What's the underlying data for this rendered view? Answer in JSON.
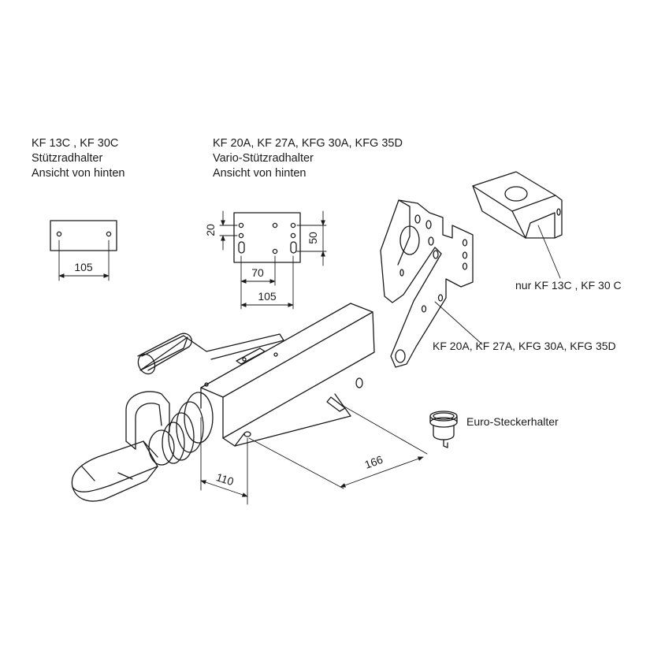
{
  "variant_a": {
    "models": "KF 13C , KF 30C",
    "part": "Stützradhalter",
    "view": "Ansicht von hinten",
    "width_dim": "105"
  },
  "variant_b": {
    "models": "KF 20A, KF 27A, KFG 30A, KFG 35D",
    "part": "Vario-Stützradhalter",
    "view": "Ansicht von hinten",
    "dim_20": "20",
    "dim_50": "50",
    "dim_70": "70",
    "dim_105": "105"
  },
  "callouts": {
    "bracket_small": "nur KF 13C , KF 30 C",
    "bracket_large": "KF 20A, KF 27A, KFG 30A, KFG 35D",
    "euro_holder": "Euro-Steckerhalter"
  },
  "main_dims": {
    "dim_110": "110",
    "dim_166": "166"
  }
}
